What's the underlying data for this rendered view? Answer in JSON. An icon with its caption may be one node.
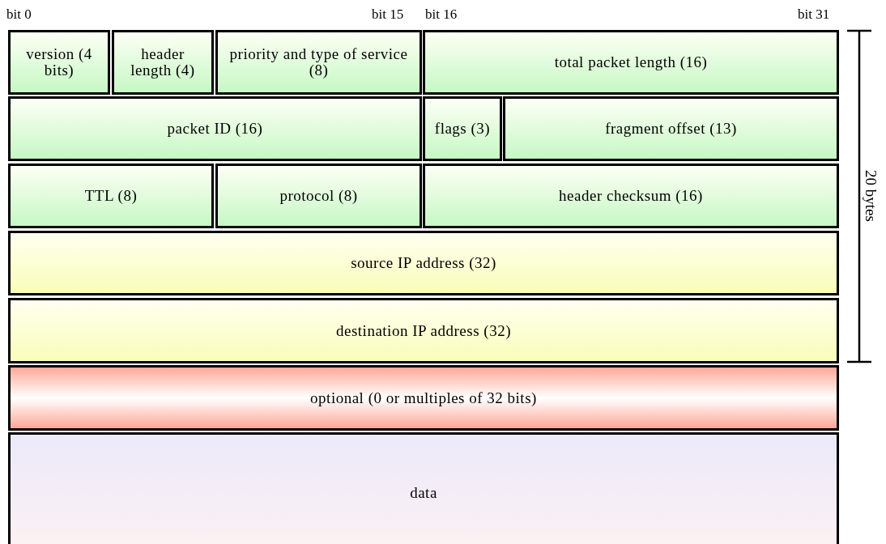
{
  "diagram": {
    "nodes": [
      {
        "text": [
          "version (4 bits)"
        ]
      },
      {
        "text": [
          "header length (4)"
        ]
      },
      {
        "text": [
          "priority and type of service (8)"
        ]
      },
      {
        "text": [
          "total packet length (16)"
        ]
      },
      {
        "text": [
          "packet ID (16)"
        ]
      },
      {
        "text": [
          "flags (3)"
        ]
      },
      {
        "text": [
          "fragment offset (13)"
        ]
      },
      {
        "text": [
          "TTL (8)"
        ]
      },
      {
        "text": [
          "protocol (8)"
        ]
      },
      {
        "text": [
          "header checksum (16)"
        ]
      },
      {
        "text": [
          "source IP address (32)"
        ]
      },
      {
        "text": [
          "destination IP address (32)"
        ]
      },
      {
        "text": [
          "optional (0 or multiples of 32 bits)"
        ]
      },
      {
        "text": [
          "data"
        ]
      }
    ],
    "labels": [
      "bit 0",
      "bit 15",
      "bit 16",
      "bit 31",
      "20 bytes"
    ]
  }
}
